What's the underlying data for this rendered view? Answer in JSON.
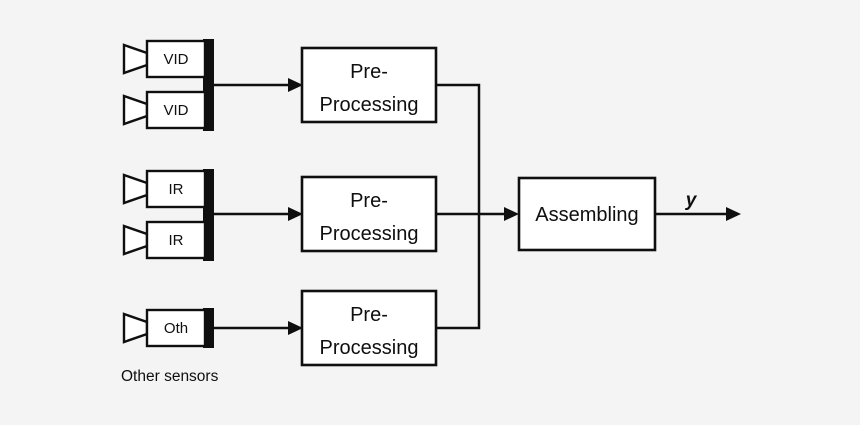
{
  "colors": {
    "background": "#f4f4f5",
    "ink": "#0f0f0f",
    "node_fill": "#ffffff"
  },
  "sensor_groups": [
    {
      "id": "video-cameras",
      "camera_labels": [
        "VID",
        "VID"
      ]
    },
    {
      "id": "infrared-cameras",
      "camera_labels": [
        "IR",
        "IR"
      ]
    },
    {
      "id": "other-sensors",
      "camera_labels": [
        "Oth"
      ],
      "caption": "Other sensors"
    }
  ],
  "process_blocks": [
    {
      "id": "preprocessing-1",
      "line1": "Pre-",
      "line2": "Processing"
    },
    {
      "id": "preprocessing-2",
      "line1": "Pre-",
      "line2": "Processing"
    },
    {
      "id": "preprocessing-3",
      "line1": "Pre-",
      "line2": "Processing"
    }
  ],
  "assembling_block": {
    "label": "Assembling"
  },
  "output": {
    "label": "y"
  }
}
